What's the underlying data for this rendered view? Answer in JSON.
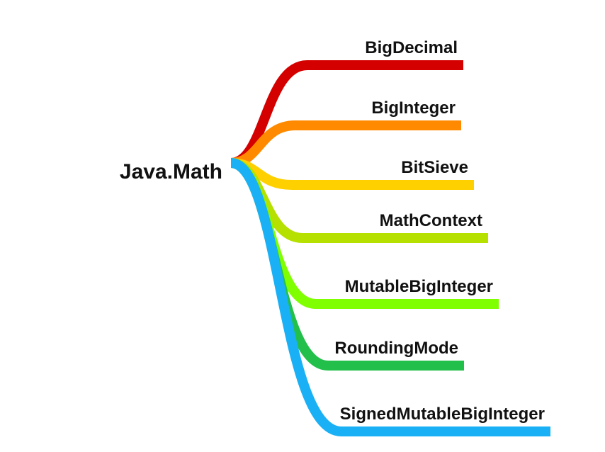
{
  "root": {
    "label": "Java.Math"
  },
  "branches": [
    {
      "label": "BigDecimal",
      "color": "#d40000"
    },
    {
      "label": "BigInteger",
      "color": "#ff8a00"
    },
    {
      "label": "BitSieve",
      "color": "#ffd000"
    },
    {
      "label": "MathContext",
      "color": "#b5e000"
    },
    {
      "label": "MutableBigInteger",
      "color": "#80ff00"
    },
    {
      "label": "RoundingMode",
      "color": "#22c04a"
    },
    {
      "label": "SignedMutableBigInteger",
      "color": "#1ab0f5"
    }
  ]
}
